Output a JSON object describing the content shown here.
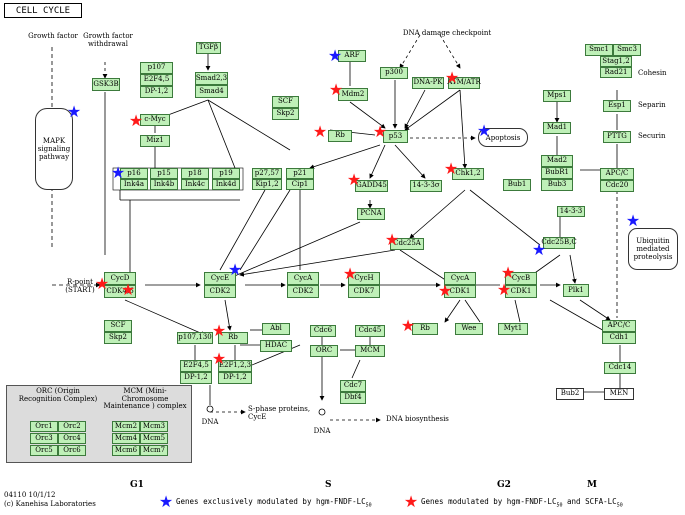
{
  "title": "CELL CYCLE",
  "colors": {
    "node_fill": "#bff0b8",
    "node_border": "#3c7a3c",
    "star_blue": "#1a1aff",
    "star_red": "#ff1a1a"
  },
  "labels": {
    "growth_factor": "Growth factor",
    "growth_factor_withdrawal": "Growth factor\nwithdrawal",
    "dna_damage": "DNA damage checkpoint",
    "r_point": "R-point\n(START)",
    "cohesin": "Cohesin",
    "separin": "Separin",
    "securin": "Securin",
    "dna1": "DNA",
    "dna2": "DNA",
    "s_phase": "S-phase proteins,\nCycE",
    "dna_biosynthesis": "DNA biosynthesis",
    "orc_title": "ORC (Origin\nRecognition Complex)",
    "mcm_title": "MCM (Mini-Chromosome\nMaintenance ) complex"
  },
  "nodes": {
    "gsk3b": "GSK3B",
    "tgfb": "TGFβ",
    "smad23": "Smad2,3",
    "smad4": "Smad4",
    "p107": "p107",
    "e2f45": "E2F4,5",
    "dp12": "DP-1,2",
    "cmyc": "c-Myc",
    "miz1": "Miz1",
    "arf": "ARF",
    "mdm2": "Mdm2",
    "p300": "p300",
    "dnapk": "DNA-PK",
    "atmatr": "ATM/ATR",
    "rb1": "Rb",
    "p53": "p53",
    "gadd45": "GADD45",
    "chk12": "Chk1,2",
    "p1433s": "14-3-3σ",
    "scf1": "SCF",
    "skp2_1": "Skp2",
    "p16": "p16",
    "ink4a": "Ink4a",
    "p15": "p15",
    "ink4b": "Ink4b",
    "p18": "p18",
    "ink4c": "Ink4c",
    "p19": "p19",
    "ink4d": "Ink4d",
    "p2757": "p27,57",
    "kip12": "Kip1,2",
    "p21": "p21",
    "cip1": "Cip1",
    "pcna": "PCNA",
    "cdc25a": "Cdc25A",
    "cdc25bc": "Cdc25B,C",
    "p1433": "14-3-3",
    "mps1": "Mps1",
    "mad1": "Mad1",
    "mad2": "Mad2",
    "bubr1": "BubR1",
    "bub3": "Bub3",
    "bub1": "Bub1",
    "smc1": "Smc1",
    "smc3": "Smc3",
    "stag12": "Stag1,2",
    "rad21": "Rad21",
    "esp1": "Esp1",
    "pttg": "PTTG",
    "apcc1": "APC/C",
    "cdc20": "Cdc20",
    "cycd": "CycD",
    "cdk46": "CDK4,6",
    "cyce": "CycE",
    "cdk2a": "CDK2",
    "cyca1": "CycA",
    "cdk2b": "CDK2",
    "cych": "CycH",
    "cdk7": "CDK7",
    "cyca2": "CycA",
    "cdk1a": "CDK1",
    "cycb": "CycB",
    "cdk1b": "CDK1",
    "plk1": "Plk1",
    "scf2": "SCF",
    "skp2_2": "Skp2",
    "p107130": "p107,130",
    "rb2": "Rb",
    "abl": "Abl",
    "hdac": "HDAC",
    "e2f45b": "E2F4,5",
    "dp12b": "DP-1,2",
    "e2f123": "E2F1,2,3",
    "dp12c": "DP-1,2",
    "cdc6": "Cdc6",
    "cdc45": "Cdc45",
    "orc": "ORC",
    "mcm": "MCM",
    "cdc7": "Cdc7",
    "dbf4": "Dbf4",
    "rb3": "Rb",
    "wee": "Wee",
    "myt1": "Myt1",
    "apcc2": "APC/C",
    "cdh1": "Cdh1",
    "cdc14": "Cdc14",
    "bub2": "Bub2",
    "men": "MEN",
    "orc1": "Orc1",
    "orc2": "Orc2",
    "orc3": "Orc3",
    "orc4": "Orc4",
    "orc5": "Orc5",
    "orc6": "Orc6",
    "mcm2": "Mcm2",
    "mcm3": "Mcm3",
    "mcm4": "Mcm4",
    "mcm5": "Mcm5",
    "mcm6": "Mcm6",
    "mcm7": "Mcm7"
  },
  "ovals": {
    "mapk": "MAPK\nsignaling\npathway",
    "apoptosis": "Apoptosis",
    "ubiquitin": "Ubiquitin\nmediated\nproteolysis"
  },
  "phases": {
    "g1": "G1",
    "s": "S",
    "g2": "G2",
    "m": "M"
  },
  "footer": {
    "line1": "04110 10/1/12",
    "line2": "(c) Kanehisa Laboratories"
  },
  "legend": {
    "blue": "Genes exclusively modulated by hgm-FNDF-LC",
    "blue_sub": "50",
    "red_a": "Genes modulated by hgm-FNDF-LC",
    "red_a_sub": "50",
    "red_b": " and SCFA-LC",
    "red_b_sub": "50"
  }
}
